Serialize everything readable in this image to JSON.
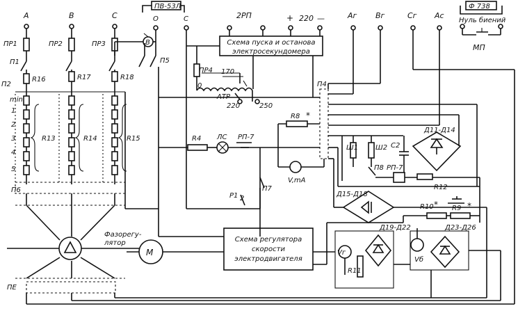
{
  "labels": {
    "phase_a": "A",
    "phase_b": "B",
    "phase_c": "C",
    "pr1": "ПР1",
    "pr2": "ПР2",
    "pr3": "ПР3",
    "pv53l": "ПВ-53Л",
    "pv_o": "О",
    "pv_c": "С",
    "pv_b": "В",
    "p1": "П1",
    "p2": "П2",
    "p5": "П5",
    "p6": "П6",
    "p7": "П7",
    "p8": "П8",
    "p4": "П4",
    "p_e": "ПЕ",
    "r16": "R16",
    "r17": "R17",
    "r18": "R18",
    "r13": "R13",
    "r14": "R14",
    "r15": "R15",
    "min": "min",
    "t1": "1",
    "t2": "2",
    "t3": "3",
    "t4": "4",
    "t5": "5",
    "start_stop": "Схема пуска и останова",
    "start_stop2": "электросекундомера",
    "rp2": "2РП",
    "plus": "+",
    "v220": "220",
    "minus": "—",
    "ag": "Aг",
    "bg": "Bг",
    "cg": "Cг",
    "ac": "Aс",
    "f738": "Ф 738",
    "null_beats": "Нуль биений",
    "mp": "МП",
    "pr4": "ПР4",
    "atr": "АТР",
    "n170": "170",
    "n220": "220",
    "n250": "250",
    "zero": "0",
    "r8": "R8",
    "r4": "R4",
    "ls": "ЛС",
    "rp7": "РП-7",
    "rp7b": "РП-7",
    "sh1": "Ш1",
    "sh2": "Ш2",
    "c2": "С2",
    "d11": "Д11-Д14",
    "d15": "Д15-Д18",
    "d19": "Д19-Д22",
    "d23": "Д23-Д26",
    "vma": "V,mA",
    "r12": "R12",
    "r10": "R10",
    "r9": "R9",
    "r11": "R11",
    "p12": "Р1",
    "p12sub": "2",
    "vg": "Vг",
    "vb": "Vб",
    "phaseReg1": "Фазорегу-",
    "phaseReg2": "лятор",
    "m": "М",
    "speed1": "Схема регулятора",
    "speed2": "скорости",
    "speed3": "электродвигателя",
    "star": "*"
  }
}
